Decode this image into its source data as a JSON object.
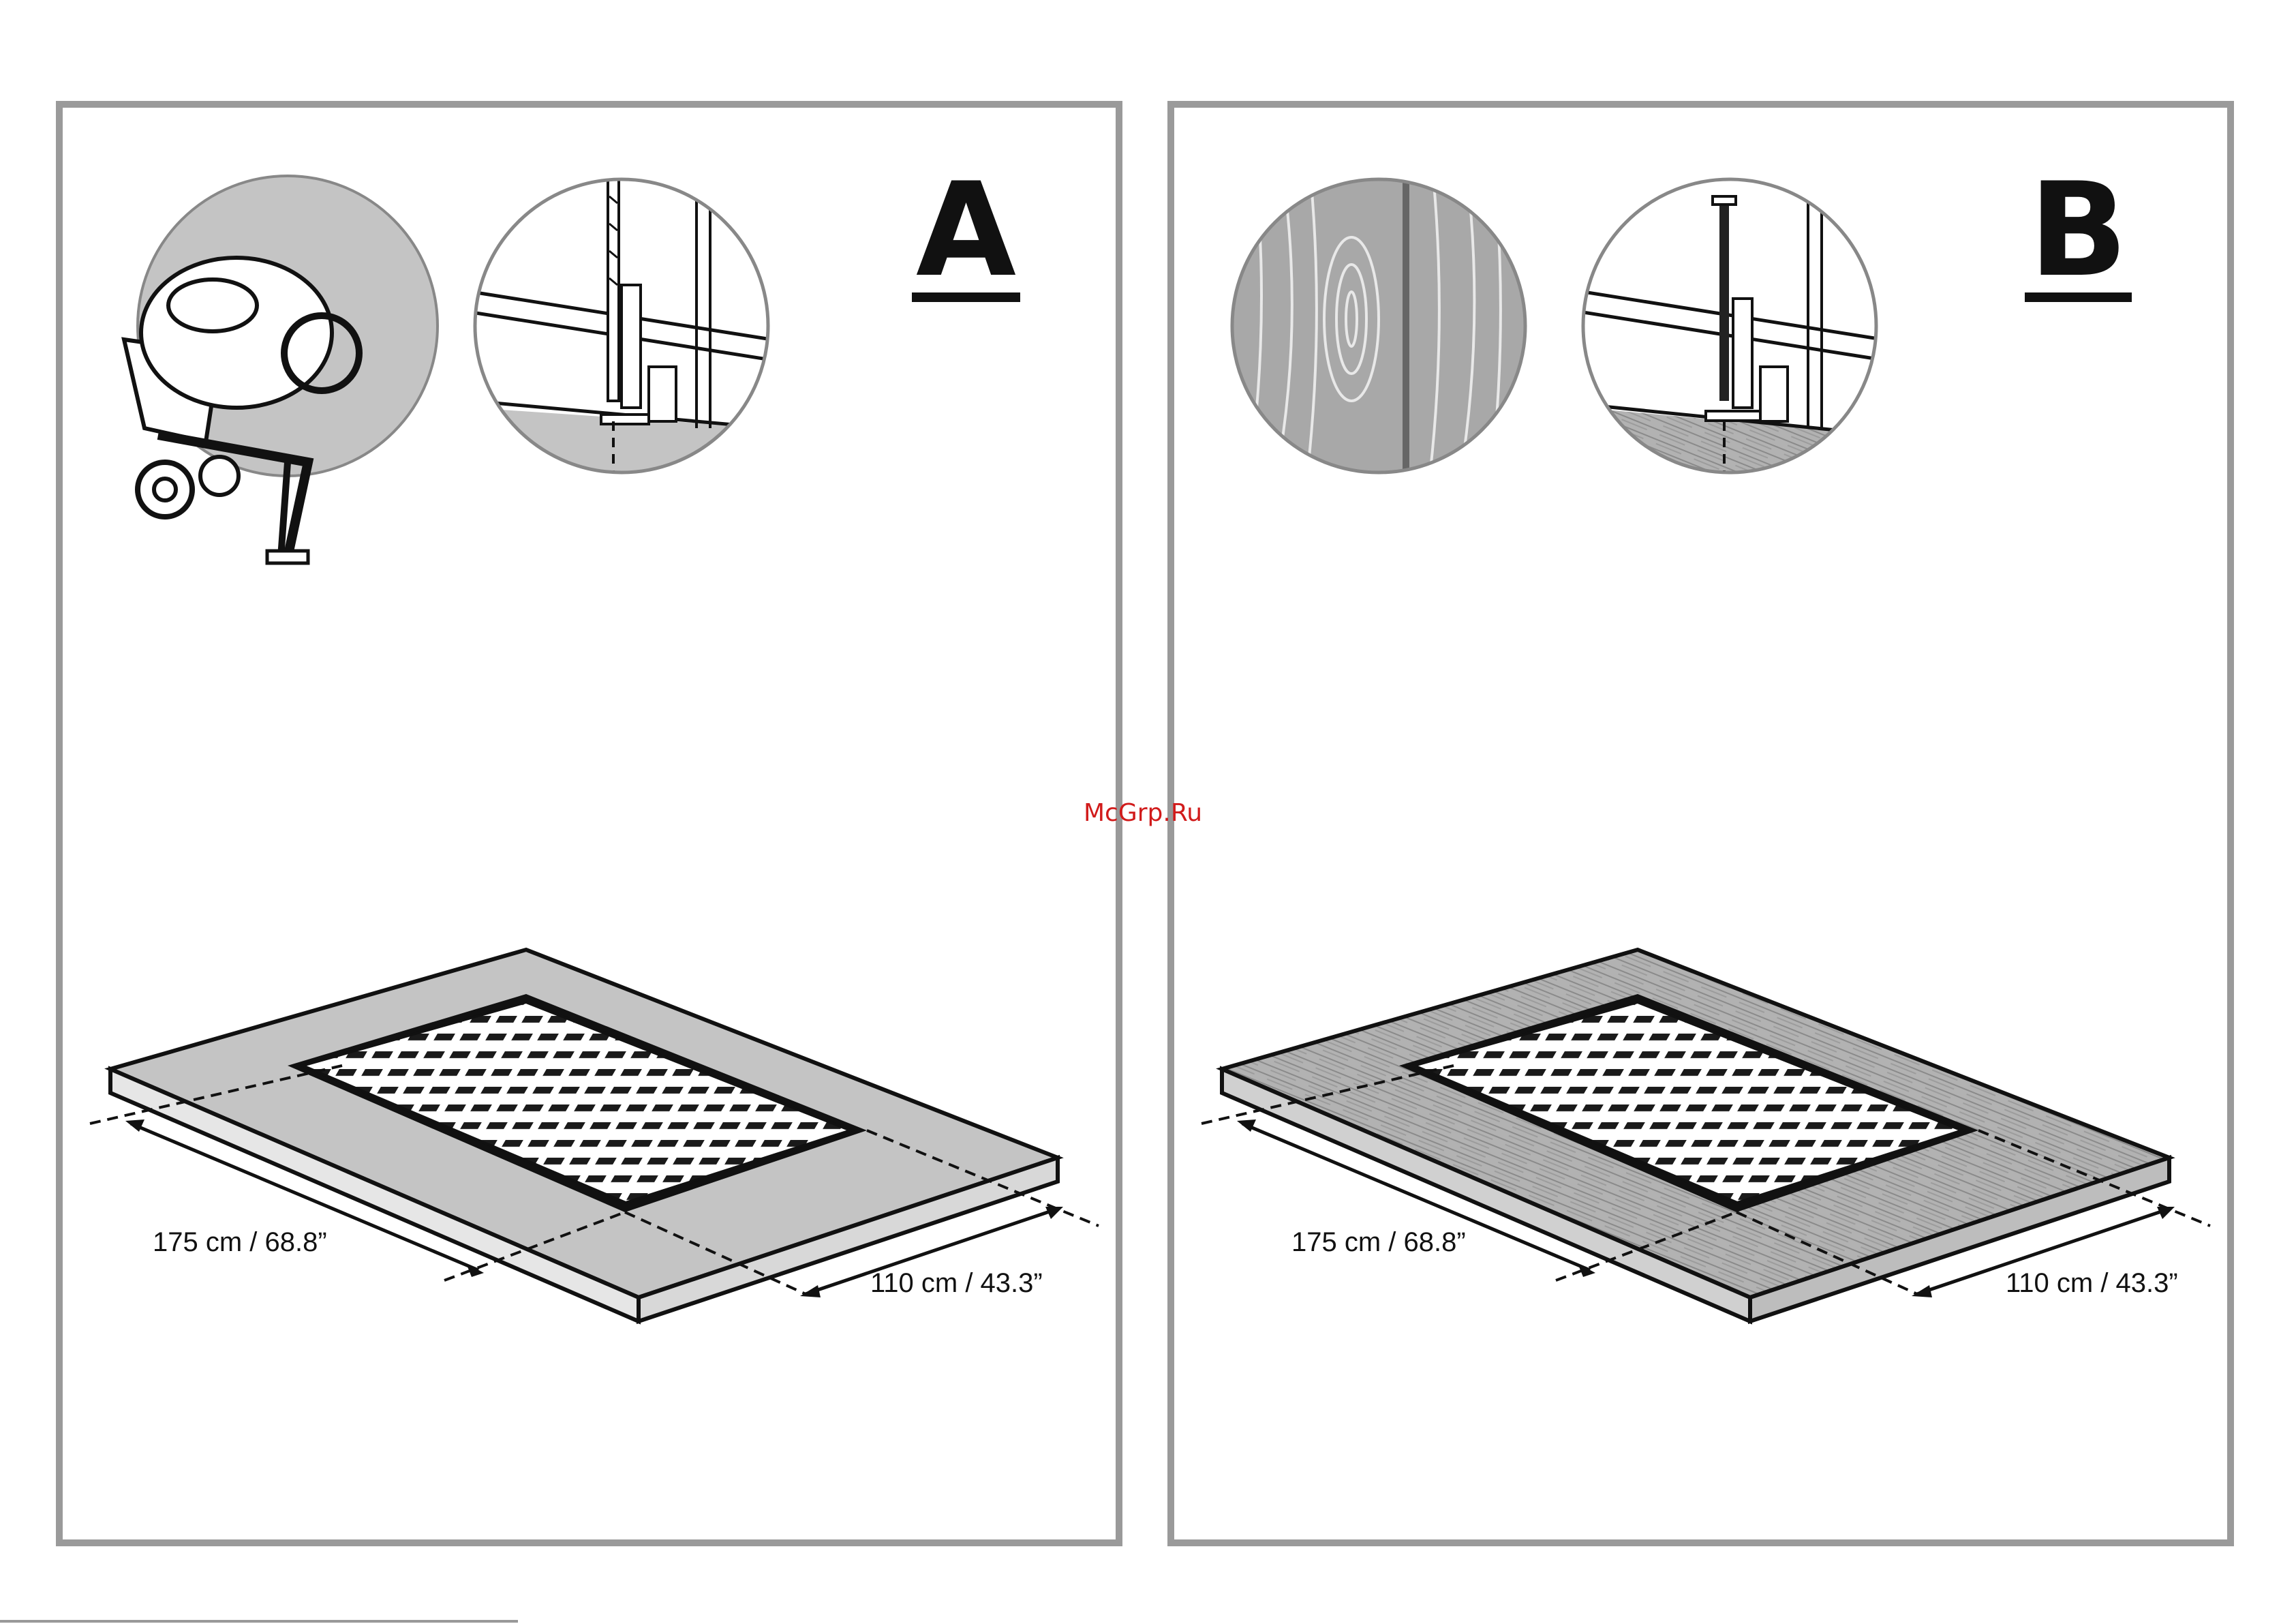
{
  "panels": [
    {
      "letter": "A",
      "length_label": "175 cm / 68.8”",
      "width_label": "110 cm / 43.3”",
      "surface": "concrete"
    },
    {
      "letter": "B",
      "length_label": "175 cm / 68.8”",
      "width_label": "110 cm / 43.3”",
      "surface": "wood"
    }
  ],
  "watermark": "McGrp.Ru",
  "colors": {
    "frame": "#9a9a9a",
    "concrete": "#c4c4c4",
    "wood": "#a8a8a8",
    "watermark": "#d11b1b"
  }
}
